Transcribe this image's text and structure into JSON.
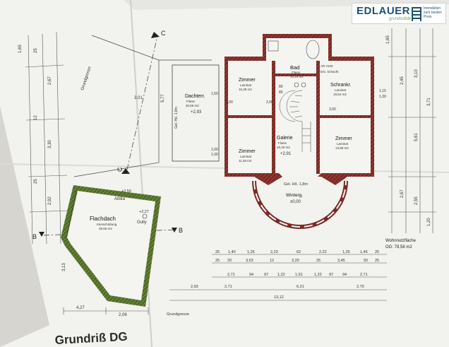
{
  "logo": {
    "name": "EDLAUER",
    "slogan": "grundsolide",
    "tagline": [
      "Immobilien",
      "zum besten",
      "Preis"
    ]
  },
  "plan_title": "Grundriß DG",
  "rooms": {
    "bad": {
      "name": "Bad",
      "floor": "Fliese",
      "area": "10,10 m2"
    },
    "zimmer_a": {
      "name": "Zimmer",
      "floor": "Laminat",
      "area": "15,39 m2"
    },
    "zimmer_b": {
      "name": "Zimmer",
      "floor": "Laminat",
      "area": "11,39 m2"
    },
    "schrankr": {
      "name": "Schrankr.",
      "floor": "Laminat",
      "area": "18,54 m2"
    },
    "zimmer_c": {
      "name": "Zimmer",
      "floor": "Laminat",
      "area": "13,89 m2"
    },
    "galerie": {
      "name": "Galerie",
      "floor": "Fliese",
      "area": "15,40 m2"
    },
    "wintergarten": {
      "name": "Winterg.",
      "level": "±0,00"
    },
    "dachterrasse": {
      "name": "Dachterr.",
      "floor": "Fliese",
      "area": "20,66 m2",
      "level": "+2,93",
      "height": "Gel. Hö. 1,8m"
    },
    "flachdach": {
      "name": "Flachdach",
      "sub": "Kiesschüttung",
      "area": "35,65 m2",
      "gully": "Gully",
      "attika": "Attika"
    }
  },
  "annotations": {
    "galerie_level": "+2,91",
    "railing": "Gel. Hö. 1,8m",
    "shaft": "Ent. Schacht",
    "ar": "AR 2100",
    "grundgrenze": "Grundgrenze",
    "flat_level": "+2,27",
    "attika_level": "+2,50",
    "x_short": "2,00"
  },
  "section_marks": {
    "a": "A",
    "b": "B",
    "c": "C"
  },
  "wohnnutzflaeche": {
    "label": "Wohnnutzfläche",
    "value": "OG: 78,58 m2"
  },
  "dims": {
    "row1": [
      "25",
      "1,40",
      "1,26",
      "2,23",
      "62",
      "2,22",
      "1,25",
      "1,46",
      "25"
    ],
    "row2": [
      "25",
      "20",
      "3,53",
      "12",
      "3,20",
      "25",
      "3,45",
      "50",
      "25"
    ],
    "row3": [
      "2,71",
      "94",
      "97",
      "1,22",
      "1,91",
      "1,22",
      "97",
      "94",
      "2,71"
    ],
    "row4": [
      "2,93",
      "2,71",
      "6,21",
      "2,70"
    ],
    "total": "13,12",
    "bottom_left": [
      "4,27",
      "2,06"
    ],
    "left_vertical": [
      "1,65",
      "25",
      "2,67",
      "12",
      "3,30",
      "25",
      "2,92"
    ],
    "right_vertical": [
      "1,65",
      "2,45",
      "3,10",
      "3,71",
      "5,61",
      "2,67",
      "2,55",
      "1,20"
    ],
    "inner": [
      "1,50",
      "1,00",
      "1,00",
      "80",
      "80",
      "1,15",
      "1,30",
      "3,01",
      "3,00"
    ]
  }
}
